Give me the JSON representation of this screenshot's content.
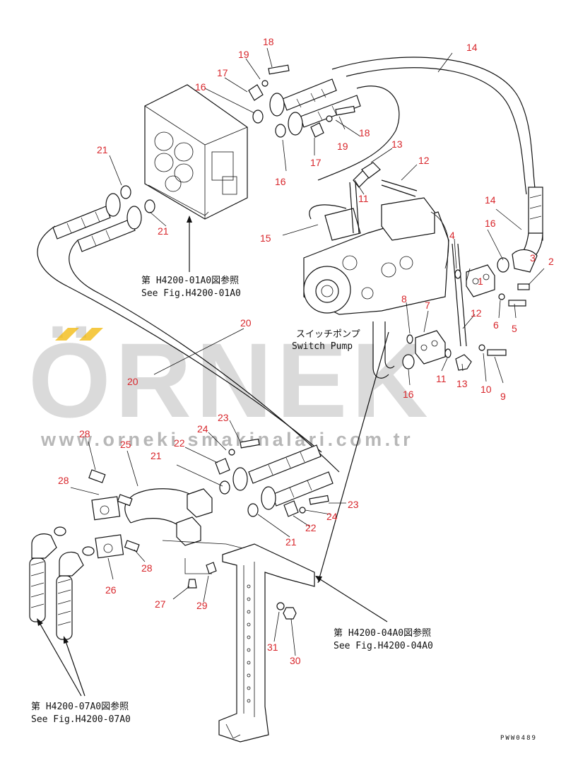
{
  "diagram": {
    "part_numbers": [
      {
        "id": "p1",
        "text": "1"
      },
      {
        "id": "p2",
        "text": "2"
      },
      {
        "id": "p3",
        "text": "3"
      },
      {
        "id": "p4",
        "text": "4"
      },
      {
        "id": "p5",
        "text": "5"
      },
      {
        "id": "p6",
        "text": "6"
      },
      {
        "id": "p7",
        "text": "7"
      },
      {
        "id": "p8",
        "text": "8"
      },
      {
        "id": "p9",
        "text": "9"
      },
      {
        "id": "p10",
        "text": "10"
      },
      {
        "id": "p11a",
        "text": "11"
      },
      {
        "id": "p11b",
        "text": "11"
      },
      {
        "id": "p12a",
        "text": "12"
      },
      {
        "id": "p12b",
        "text": "12"
      },
      {
        "id": "p13a",
        "text": "13"
      },
      {
        "id": "p13b",
        "text": "13"
      },
      {
        "id": "p14a",
        "text": "14"
      },
      {
        "id": "p14b",
        "text": "14"
      },
      {
        "id": "p15",
        "text": "15"
      },
      {
        "id": "p16a",
        "text": "16"
      },
      {
        "id": "p16b",
        "text": "16"
      },
      {
        "id": "p16c",
        "text": "16"
      },
      {
        "id": "p16d",
        "text": "16"
      },
      {
        "id": "p17a",
        "text": "17"
      },
      {
        "id": "p17b",
        "text": "17"
      },
      {
        "id": "p18a",
        "text": "18"
      },
      {
        "id": "p18b",
        "text": "18"
      },
      {
        "id": "p19a",
        "text": "19"
      },
      {
        "id": "p19b",
        "text": "19"
      },
      {
        "id": "p20a",
        "text": "20"
      },
      {
        "id": "p20b",
        "text": "20"
      },
      {
        "id": "p21a",
        "text": "21"
      },
      {
        "id": "p21b",
        "text": "21"
      },
      {
        "id": "p21c",
        "text": "21"
      },
      {
        "id": "p21d",
        "text": "21"
      },
      {
        "id": "p22a",
        "text": "22"
      },
      {
        "id": "p22b",
        "text": "22"
      },
      {
        "id": "p23a",
        "text": "23"
      },
      {
        "id": "p23b",
        "text": "23"
      },
      {
        "id": "p24a",
        "text": "24"
      },
      {
        "id": "p24b",
        "text": "24"
      },
      {
        "id": "p25",
        "text": "25"
      },
      {
        "id": "p26",
        "text": "26"
      },
      {
        "id": "p27",
        "text": "27"
      },
      {
        "id": "p28a",
        "text": "28"
      },
      {
        "id": "p28b",
        "text": "28"
      },
      {
        "id": "p28c",
        "text": "28"
      },
      {
        "id": "p29",
        "text": "29"
      },
      {
        "id": "p30",
        "text": "30"
      },
      {
        "id": "p31",
        "text": "31"
      }
    ],
    "references": {
      "fig01_jp": "第 H4200-01A0図参照",
      "fig01_en": "See Fig.H4200-01A0",
      "pump_jp": "スイッチポンプ",
      "pump_en": "Switch Pump",
      "fig04_jp": "第 H4200-04A0図参照",
      "fig04_en": "See Fig.H4200-04A0",
      "fig07_jp": "第 H4200-07A0図参照",
      "fig07_en": "See Fig.H4200-07A0"
    },
    "drawing_code": "PWW0489"
  },
  "watermark": {
    "brand": "ÖRNEK",
    "url": "www.orneki smakinalari.com.tr",
    "accent_color": "#f2b705"
  }
}
